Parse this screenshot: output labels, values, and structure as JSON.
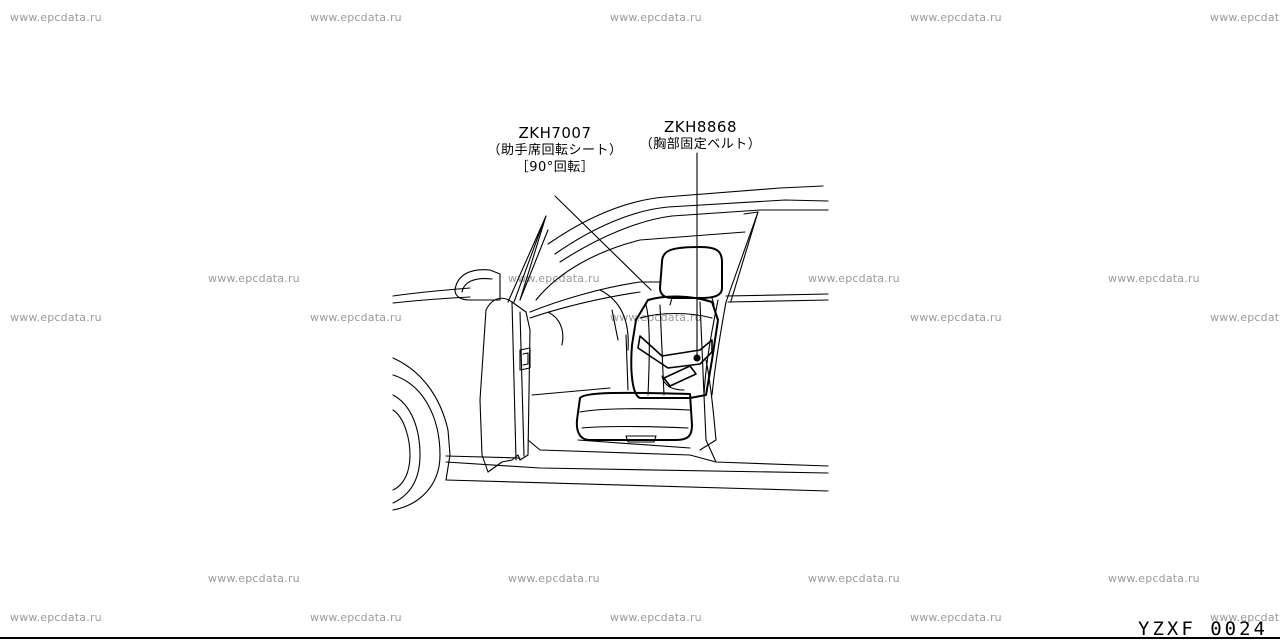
{
  "watermark": "www.epcdata.ru",
  "callouts": [
    {
      "code": "ZKH7007",
      "lines": [
        "（助手席回転シート）",
        "［90°回転］"
      ]
    },
    {
      "code": "ZKH8868",
      "lines": [
        "（胸部固定ベルト）"
      ]
    }
  ],
  "reference": "YZXF 0024"
}
